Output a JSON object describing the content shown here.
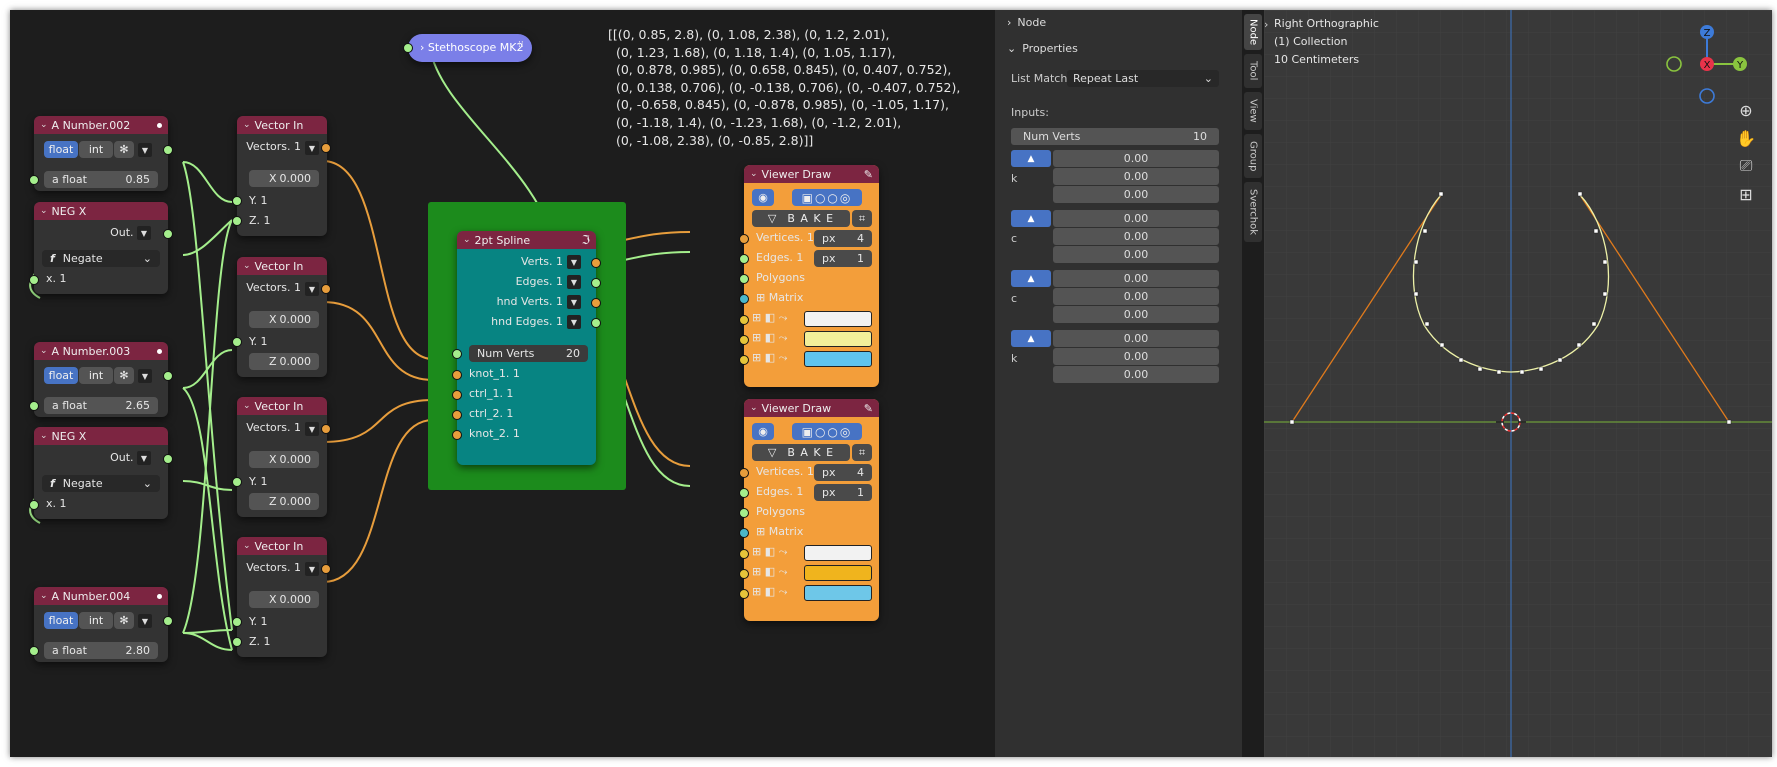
{
  "colors": {
    "editor_bg": "#1d1d1d",
    "panel_bg": "#303030",
    "node_header_math": "#7c2541",
    "socket_vector_float": "#a4ee8c",
    "socket_vertex": "#e79d3c",
    "spline_frame": "#1c8b1c",
    "spline_body": "#078482",
    "viewer_body": "#f39e3a",
    "stethoscope": "#7b7fe8",
    "accent_blue": "#4773c4"
  },
  "stethoscope": {
    "title": "Stethoscope MK2"
  },
  "printout": "[[(0, 0.85, 2.8), (0, 1.08, 2.38), (0, 1.2, 2.01),\n  (0, 1.23, 1.68), (0, 1.18, 1.4), (0, 1.05, 1.17),\n  (0, 0.878, 0.985), (0, 0.658, 0.845), (0, 0.407, 0.752),\n  (0, 0.138, 0.706), (0, -0.138, 0.706), (0, -0.407, 0.752),\n  (0, -0.658, 0.845), (0, -0.878, 0.985), (0, -1.05, 1.17),\n  (0, -1.18, 1.4), (0, -1.23, 1.68), (0, -1.2, 2.01),\n  (0, -1.08, 2.38), (0, -0.85, 2.8)]]",
  "numbers": [
    {
      "title": "A Number.002",
      "mode_float": "float",
      "mode_int": "int",
      "label": "a float",
      "value": "0.85"
    },
    {
      "title": "A Number.003",
      "mode_float": "float",
      "mode_int": "int",
      "label": "a float",
      "value": "2.65"
    },
    {
      "title": "A Number.004",
      "mode_float": "float",
      "mode_int": "int",
      "label": "a float",
      "value": "2.80"
    }
  ],
  "negs": [
    {
      "title": "NEG X",
      "out": "Out. 1",
      "func": "Negate",
      "input": "x. 1"
    },
    {
      "title": "NEG X",
      "out": "Out. 1",
      "func": "Negate",
      "input": "x. 1"
    }
  ],
  "vectors": [
    {
      "title": "Vector In",
      "out": "Vectors. 1",
      "x_label": "X",
      "x": "0.000",
      "y": "Y. 1",
      "z": "Z. 1"
    },
    {
      "title": "Vector In",
      "out": "Vectors. 1",
      "x_label": "X",
      "x": "0.000",
      "y": "Y. 1",
      "z_label": "Z",
      "z": "0.000"
    },
    {
      "title": "Vector In",
      "out": "Vectors. 1",
      "x_label": "X",
      "x": "0.000",
      "y": "Y. 1",
      "z_label": "Z",
      "z": "0.000"
    },
    {
      "title": "Vector In",
      "out": "Vectors. 1",
      "x_label": "X",
      "x": "0.000",
      "y": "Y. 1",
      "z": "Z. 1"
    }
  ],
  "spline": {
    "title": "2pt Spline",
    "outputs": [
      "Verts. 1",
      "Edges. 1",
      "hnd Verts. 1",
      "hnd Edges. 1"
    ],
    "num_verts_label": "Num Verts",
    "num_verts": "20",
    "inputs": [
      "knot_1. 1",
      "ctrl_1. 1",
      "ctrl_2. 1",
      "knot_2. 1"
    ]
  },
  "viewers": [
    {
      "title": "Viewer Draw",
      "bake": "B A K E",
      "vertices": "Vertices. 1",
      "vert_px": "px",
      "vert_size": "4",
      "edges": "Edges. 1",
      "edge_px": "px",
      "edge_size": "1",
      "polygons": "Polygons",
      "matrix": "Matrix",
      "c1": "#f2f2f2",
      "c2": "#f2ef9a",
      "c3": "#5fc4ee"
    },
    {
      "title": "Viewer Draw",
      "bake": "B A K E",
      "vertices": "Vertices. 1",
      "vert_px": "px",
      "vert_size": "4",
      "edges": "Edges. 1",
      "edge_px": "px",
      "edge_size": "1",
      "polygons": "Polygons",
      "matrix": "Matrix",
      "c1": "#f2f2f2",
      "c2": "#f0b41d",
      "c3": "#6ec7e8"
    }
  ],
  "panel": {
    "node_section": "Node",
    "properties_section": "Properties",
    "list_match_label": "List Match:",
    "list_match_value": "Repeat Last",
    "inputs_label": "Inputs:",
    "num_verts_label": "Num Verts",
    "num_verts": "10",
    "groups": [
      {
        "label": "k",
        "values": [
          "0.00",
          "0.00",
          "0.00"
        ]
      },
      {
        "label": "c",
        "values": [
          "0.00",
          "0.00",
          "0.00"
        ]
      },
      {
        "label": "c",
        "values": [
          "0.00",
          "0.00",
          "0.00"
        ]
      },
      {
        "label": "k",
        "values": [
          "0.00",
          "0.00",
          "0.00"
        ]
      }
    ]
  },
  "tabs": [
    "Node",
    "Tool",
    "View",
    "Group",
    "Sverchok"
  ],
  "viewport": {
    "view_name": "Right Orthographic",
    "collection": "(1) Collection",
    "units": "10 Centimeters",
    "gizmo_z": "Z",
    "gizmo_x": "X",
    "gizmo_y": "Y"
  }
}
